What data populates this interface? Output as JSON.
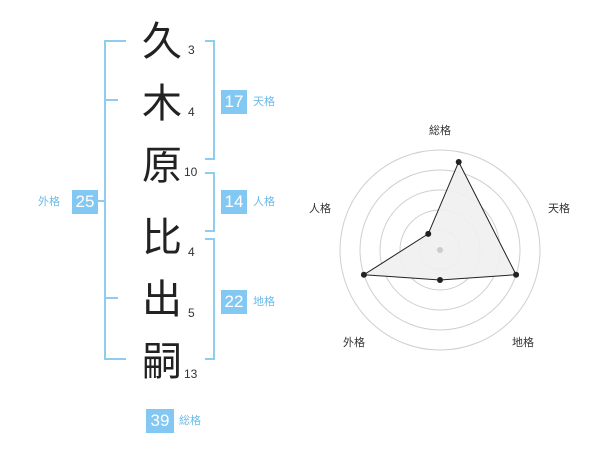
{
  "name": {
    "characters": [
      {
        "char": "久",
        "strokes": "3"
      },
      {
        "char": "木",
        "strokes": "4"
      },
      {
        "char": "原",
        "strokes": "10"
      },
      {
        "char": "比",
        "strokes": "4"
      },
      {
        "char": "出",
        "strokes": "5"
      },
      {
        "char": "嗣",
        "strokes": "13"
      }
    ]
  },
  "scores": {
    "tenkaku": {
      "value": "17",
      "label": "天格"
    },
    "jinkaku": {
      "value": "14",
      "label": "人格"
    },
    "chikaku": {
      "value": "22",
      "label": "地格"
    },
    "gaikaku": {
      "value": "25",
      "label": "外格"
    },
    "soukaku": {
      "value": "39",
      "label": "総格"
    }
  },
  "chart_data": {
    "type": "radar",
    "axes": [
      "総格",
      "天格",
      "地格",
      "外格",
      "人格"
    ],
    "rings": 5,
    "values": [
      4.5,
      4.0,
      1.5,
      4.0,
      1.0
    ],
    "max": 5,
    "center_marker_color": "#cccccc",
    "point_color": "#222222",
    "fill_color": "#f0f0f0",
    "ring_color": "#cfcfcf"
  }
}
